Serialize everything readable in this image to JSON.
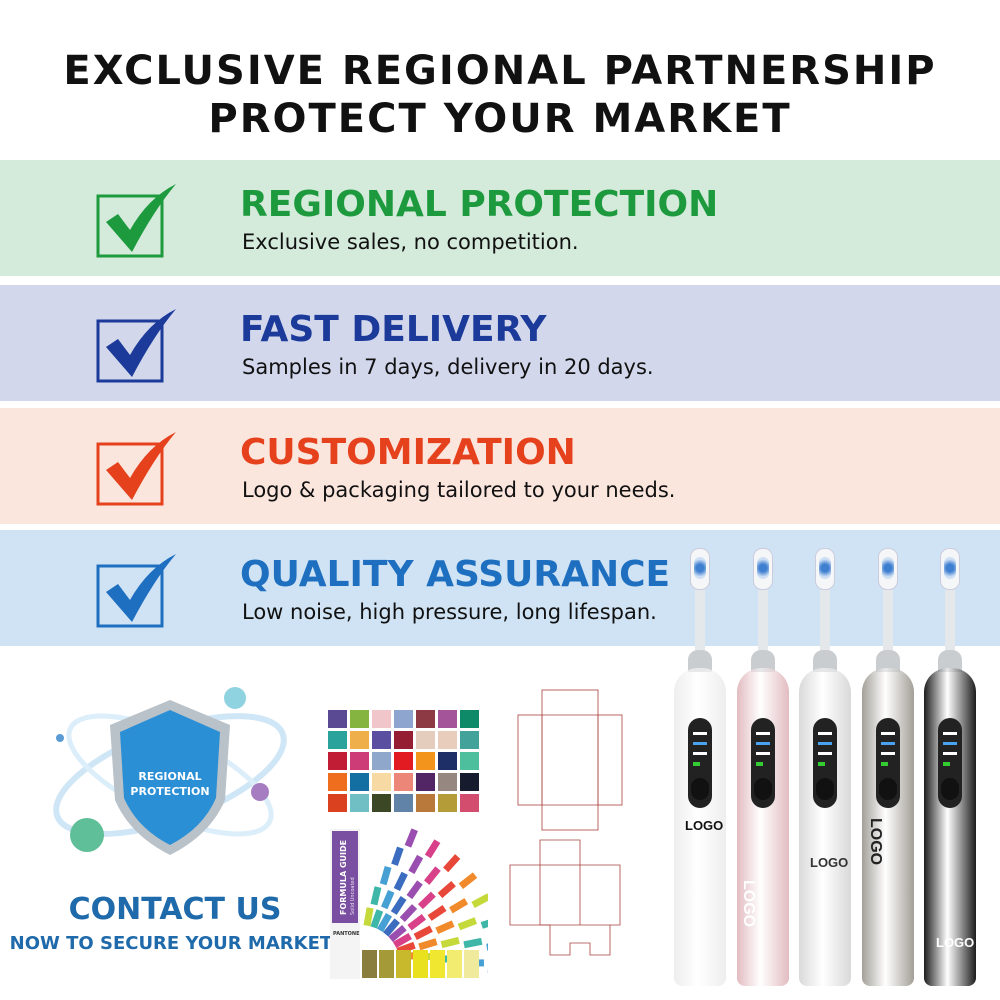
{
  "header": {
    "line1": "EXCLUSIVE REGIONAL PARTNERSHIP",
    "line2": "PROTECT YOUR MARKET"
  },
  "benefits": [
    {
      "title": "REGIONAL PROTECTION",
      "subtitle": "Exclusive sales, no competition.",
      "color": "#1e9a3e",
      "bg": "#d4eadb"
    },
    {
      "title": "FAST DELIVERY",
      "subtitle": "Samples in 7 days, delivery in 20 days.",
      "color": "#1b3a99",
      "bg": "#d2d7ec"
    },
    {
      "title": "CUSTOMIZATION",
      "subtitle": "Logo & packaging tailored to your needs.",
      "color": "#e6411d",
      "bg": "#fbe6de"
    },
    {
      "title": "QUALITY ASSURANCE",
      "subtitle": "Low noise, high pressure, long lifespan.",
      "color": "#1f6fc0",
      "bg": "#cfe3f4"
    }
  ],
  "shield": {
    "line1": "REGIONAL",
    "line2": "PROTECTION"
  },
  "cta": {
    "title": "CONTACT US",
    "subtitle": "NOW TO  SECURE YOUR MARKET!"
  },
  "pantone": {
    "title": "FORMULA GUIDE",
    "subtitle": "Solid Uncoated",
    "brand": "PANTONE"
  },
  "swatches": [
    "#5a4a94",
    "#86b441",
    "#f1c6cb",
    "#8ea6cf",
    "#8d3a45",
    "#a4559a",
    "#0e8a68",
    "#2aa39c",
    "#efb04c",
    "#5a4ea0",
    "#951e32",
    "#e4cdbd",
    "#e8cdbd",
    "#43a29a",
    "#c11e35",
    "#cd3c76",
    "#90a7cc",
    "#e21b22",
    "#f3941c",
    "#1d2f66",
    "#4dbf9c",
    "#ef6e1d",
    "#136ea1",
    "#f6d9a3",
    "#ec8679",
    "#522664",
    "#968780",
    "#161c2e",
    "#d9411f",
    "#6fbfc4",
    "#3c4726",
    "#6283a8",
    "#b9793b",
    "#b49c38",
    "#d34d6e"
  ],
  "products": [
    {
      "color": "#eeeeee",
      "logo": "LOGO",
      "logo_color": "#111"
    },
    {
      "color": "#e2bcc0",
      "logo": "LOGO",
      "logo_color": "#fff"
    },
    {
      "color": "#d9d9d9",
      "logo": "LOGO",
      "logo_color": "#333"
    },
    {
      "color": "#a39f98",
      "logo": "LOGO",
      "logo_color": "#222"
    },
    {
      "color": "#1d1d1d",
      "logo": "LOGO",
      "logo_color": "#fff"
    }
  ]
}
